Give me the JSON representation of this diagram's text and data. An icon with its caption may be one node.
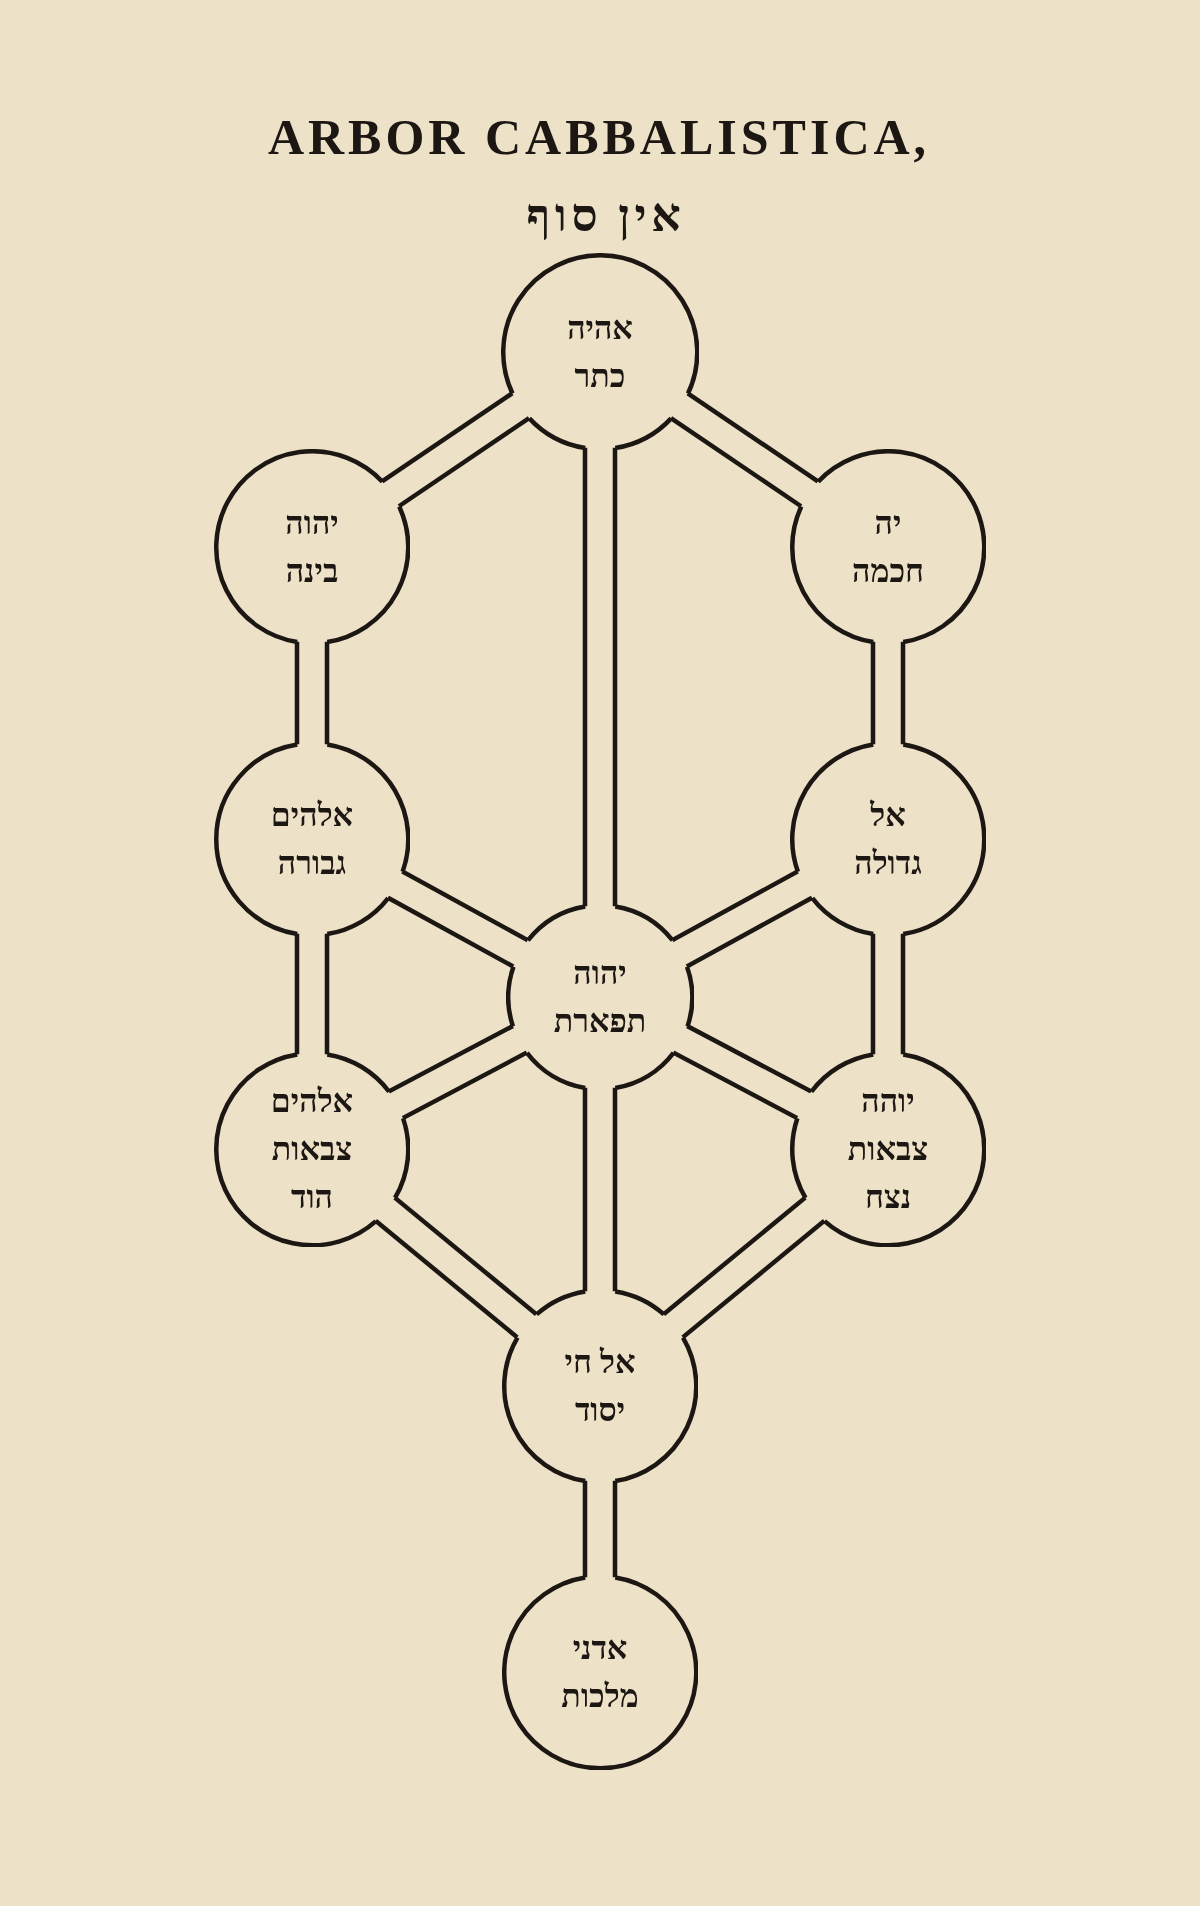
{
  "diagram": {
    "title": "ARBOR CABBALISTICA,",
    "nodes": [
      {
        "text": [
          "אהיה",
          "כתר"
        ]
      },
      {
        "text": [
          "יהוה",
          "בינה"
        ]
      },
      {
        "text": [
          "יה",
          "חכמה"
        ]
      },
      {
        "text": [
          "אלהים",
          "גבורה"
        ]
      },
      {
        "text": [
          "אל",
          "גדולה"
        ]
      },
      {
        "text": [
          "יהוה",
          "תפארת"
        ]
      },
      {
        "text": [
          "אלהים צבאות",
          "הוד"
        ]
      },
      {
        "text": [
          "יוהה צבאות",
          "נצח"
        ]
      },
      {
        "text": [
          "אל חי",
          "יסוד"
        ]
      },
      {
        "text": [
          "אדני",
          "מלכות"
        ]
      }
    ],
    "edges": [
      {
        "from": 0,
        "to": 1,
        "arrow": "none"
      },
      {
        "from": 0,
        "to": 2,
        "arrow": "none"
      },
      {
        "from": 0,
        "to": 5,
        "arrow": "none"
      },
      {
        "from": 1,
        "to": 3,
        "arrow": "none"
      },
      {
        "from": 2,
        "to": 4,
        "arrow": "none"
      },
      {
        "from": 3,
        "to": 5,
        "arrow": "none"
      },
      {
        "from": 4,
        "to": 5,
        "arrow": "none"
      },
      {
        "from": 3,
        "to": 6,
        "arrow": "none"
      },
      {
        "from": 4,
        "to": 7,
        "arrow": "none"
      },
      {
        "from": 5,
        "to": 6,
        "arrow": "none"
      },
      {
        "from": 5,
        "to": 7,
        "arrow": "none"
      },
      {
        "from": 5,
        "to": 8,
        "arrow": "none"
      },
      {
        "from": 6,
        "to": 8,
        "arrow": "none"
      },
      {
        "from": 7,
        "to": 8,
        "arrow": "none"
      },
      {
        "from": 8,
        "to": 9,
        "arrow": "none"
      }
    ],
    "labels": [
      "אין סוף"
    ]
  }
}
